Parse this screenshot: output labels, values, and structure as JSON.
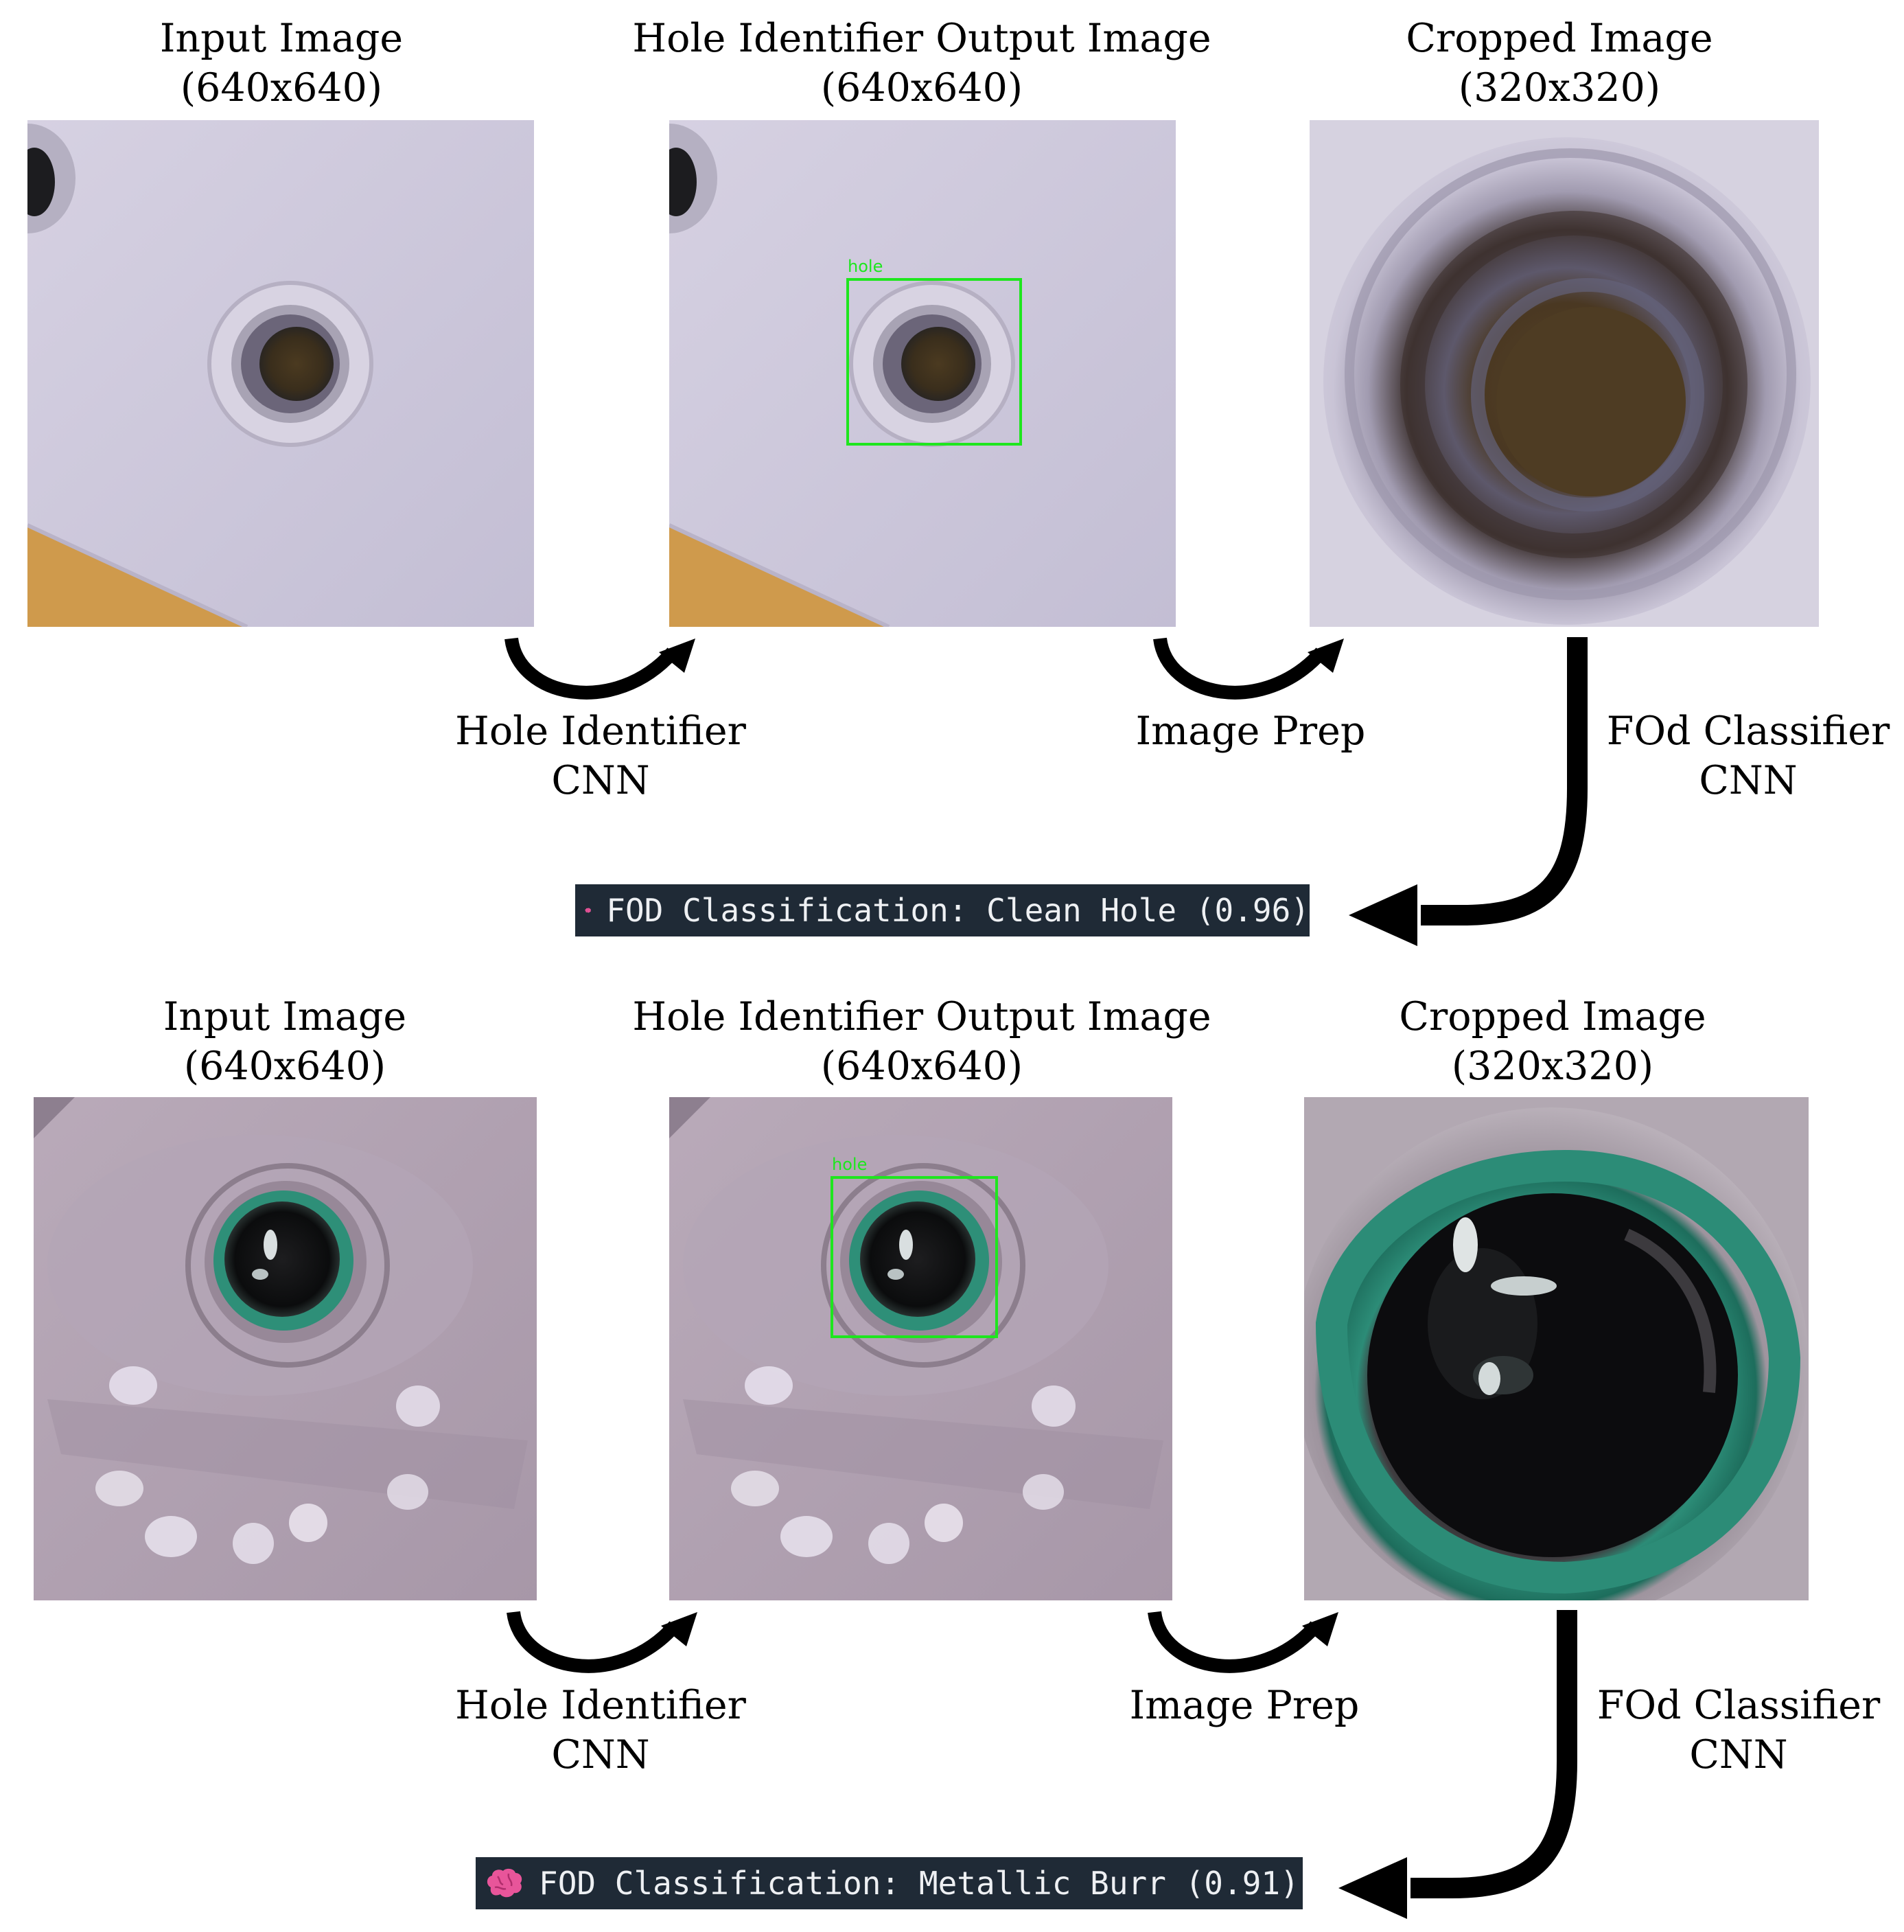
{
  "rows": [
    {
      "input": {
        "title": "Input Image",
        "size": "(640x640)"
      },
      "hole_output": {
        "title": "Hole Identifier Output Image",
        "size": "(640x640)",
        "box_label": "hole"
      },
      "cropped": {
        "title": "Cropped Image",
        "size": "(320x320)"
      },
      "step1": {
        "line1": "Hole Identifier",
        "line2": "CNN"
      },
      "step2": {
        "line1": "Image Prep"
      },
      "step3": {
        "line1": "FOd Classifier",
        "line2": "CNN"
      },
      "result": {
        "icon": "brain-icon",
        "text": "FOD Classification: Clean Hole (0.96)"
      }
    },
    {
      "input": {
        "title": "Input Image",
        "size": "(640x640)"
      },
      "hole_output": {
        "title": "Hole Identifier Output Image",
        "size": "(640x640)",
        "box_label": "hole"
      },
      "cropped": {
        "title": "Cropped Image",
        "size": "(320x320)"
      },
      "step1": {
        "line1": "Hole Identifier",
        "line2": "CNN"
      },
      "step2": {
        "line1": "Image Prep"
      },
      "step3": {
        "line1": "FOd Classifier",
        "line2": "CNN"
      },
      "result": {
        "icon": "brain-icon",
        "text": "FOD Classification: Metallic Burr (0.91)"
      }
    }
  ],
  "colors": {
    "banner_bg": "#1f2a36",
    "banner_text": "#eef0f3",
    "detection_box": "#1ee61e",
    "brain": "#e8559a"
  }
}
